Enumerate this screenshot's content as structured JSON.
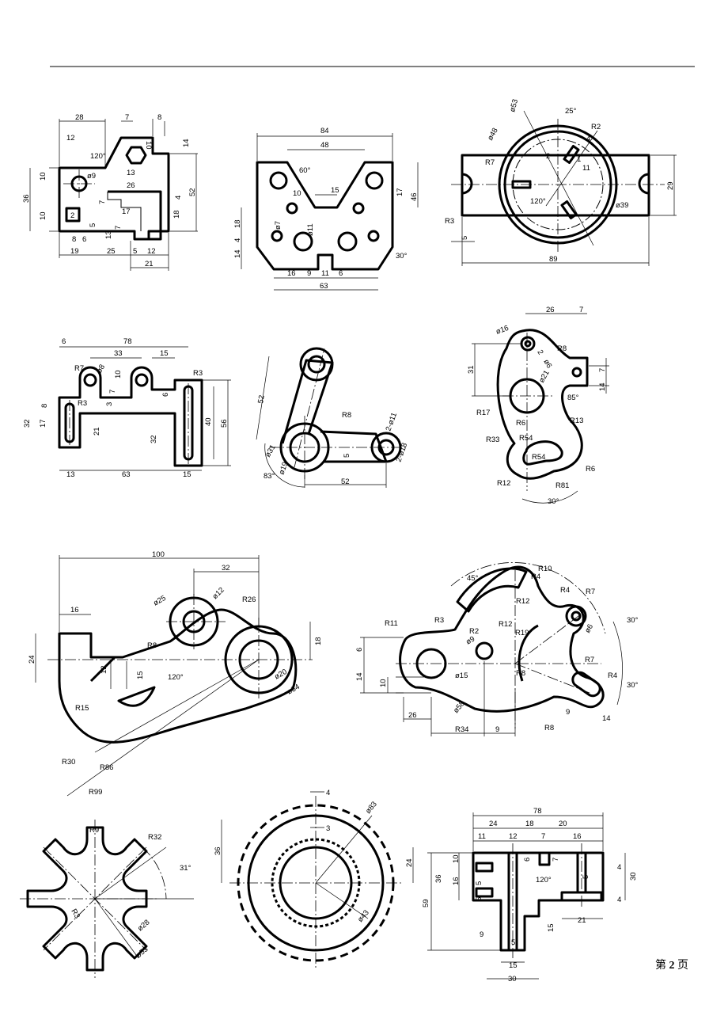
{
  "page": {
    "prefix": "第",
    "number": "2",
    "suffix": "页"
  },
  "drawings": [
    {
      "id": "1",
      "dims": [
        "28",
        "7",
        "8",
        "12",
        "120°",
        "10",
        "13",
        "14",
        "10",
        "ø9",
        "36",
        "26",
        "7",
        "4",
        "17",
        "52",
        "18",
        "10",
        "2",
        "5",
        "7",
        "13",
        "8",
        "6",
        "19",
        "25",
        "5",
        "12",
        "21"
      ]
    },
    {
      "id": "2",
      "dims": [
        "84",
        "48",
        "60°",
        "10",
        "15",
        "17",
        "46",
        "18",
        "ø7",
        "ø11",
        "4",
        "14",
        "16",
        "9",
        "11",
        "6",
        "30°",
        "63"
      ]
    },
    {
      "id": "3",
      "dims": [
        "ø53",
        "25°",
        "R2",
        "4",
        "ø48",
        "R7",
        "2",
        "1",
        "11",
        "120°",
        "ø39",
        "29",
        "R3",
        "5",
        "89"
      ]
    },
    {
      "id": "4",
      "dims": [
        "6",
        "78",
        "33",
        "15",
        "R7",
        "ø8",
        "10",
        "R3",
        "7",
        "8",
        "3",
        "6",
        "R3",
        "32",
        "17",
        "21",
        "32",
        "40",
        "56",
        "13",
        "63",
        "15"
      ]
    },
    {
      "id": "5",
      "dims": [
        "52",
        "R8",
        "2-ø11",
        "ø31",
        "5",
        "2-ø18",
        "83°",
        "ø19",
        "52"
      ]
    },
    {
      "id": "6",
      "dims": [
        "26",
        "7",
        "ø16",
        "R8",
        "2",
        "ø6",
        "31",
        "ø21",
        "7",
        "14",
        "85°",
        "R17",
        "R6",
        "R13",
        "R33",
        "R54",
        "R54",
        "R6",
        "R12",
        "R81",
        "30°"
      ]
    },
    {
      "id": "7",
      "dims": [
        "100",
        "32",
        "ø25",
        "ø12",
        "R26",
        "16",
        "24",
        "R8",
        "18",
        "12",
        "15",
        "120°",
        "ø20",
        "ø34",
        "R15",
        "R30",
        "R86",
        "R99"
      ]
    },
    {
      "id": "8",
      "dims": [
        "45°",
        "R4",
        "R10",
        "R4",
        "R7",
        "R12",
        "30°",
        "R3",
        "R11",
        "R12",
        "ø6",
        "R2",
        "R19",
        "ø9",
        "6",
        "14",
        "R7",
        "ø15",
        "R8",
        "30°",
        "R4",
        "10",
        "ø58",
        "9",
        "26",
        "14",
        "R34",
        "9",
        "R8"
      ]
    },
    {
      "id": "9",
      "dims": [
        "R9",
        "R32",
        "31°",
        "R3",
        "ø28",
        "ø53"
      ]
    },
    {
      "id": "10",
      "dims": [
        "4",
        "ø83",
        "3",
        "36",
        "24",
        "ø43"
      ]
    },
    {
      "id": "11",
      "dims": [
        "78",
        "24",
        "18",
        "20",
        "11",
        "12",
        "7",
        "16",
        "10",
        "6",
        "7",
        "4",
        "36",
        "16",
        "5",
        "5",
        "30",
        "120°",
        "5",
        "59",
        "4",
        "9",
        "21",
        "15",
        "5",
        "15",
        "30"
      ]
    }
  ]
}
